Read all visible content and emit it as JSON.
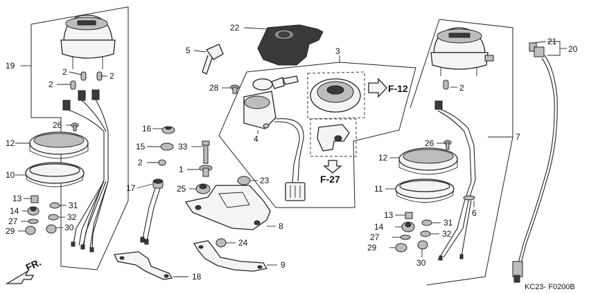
{
  "diagram": {
    "code": "KC23- F0200B",
    "direction_label": "FR.",
    "references": [
      "F-12",
      "F-27"
    ],
    "callouts": [
      "1",
      "2",
      "3",
      "4",
      "5",
      "6",
      "7",
      "8",
      "9",
      "10",
      "11",
      "12",
      "13",
      "14",
      "15",
      "16",
      "17",
      "18",
      "19",
      "20",
      "21",
      "22",
      "23",
      "24",
      "25",
      "26",
      "27",
      "28",
      "29",
      "30",
      "31",
      "32",
      "33"
    ]
  }
}
